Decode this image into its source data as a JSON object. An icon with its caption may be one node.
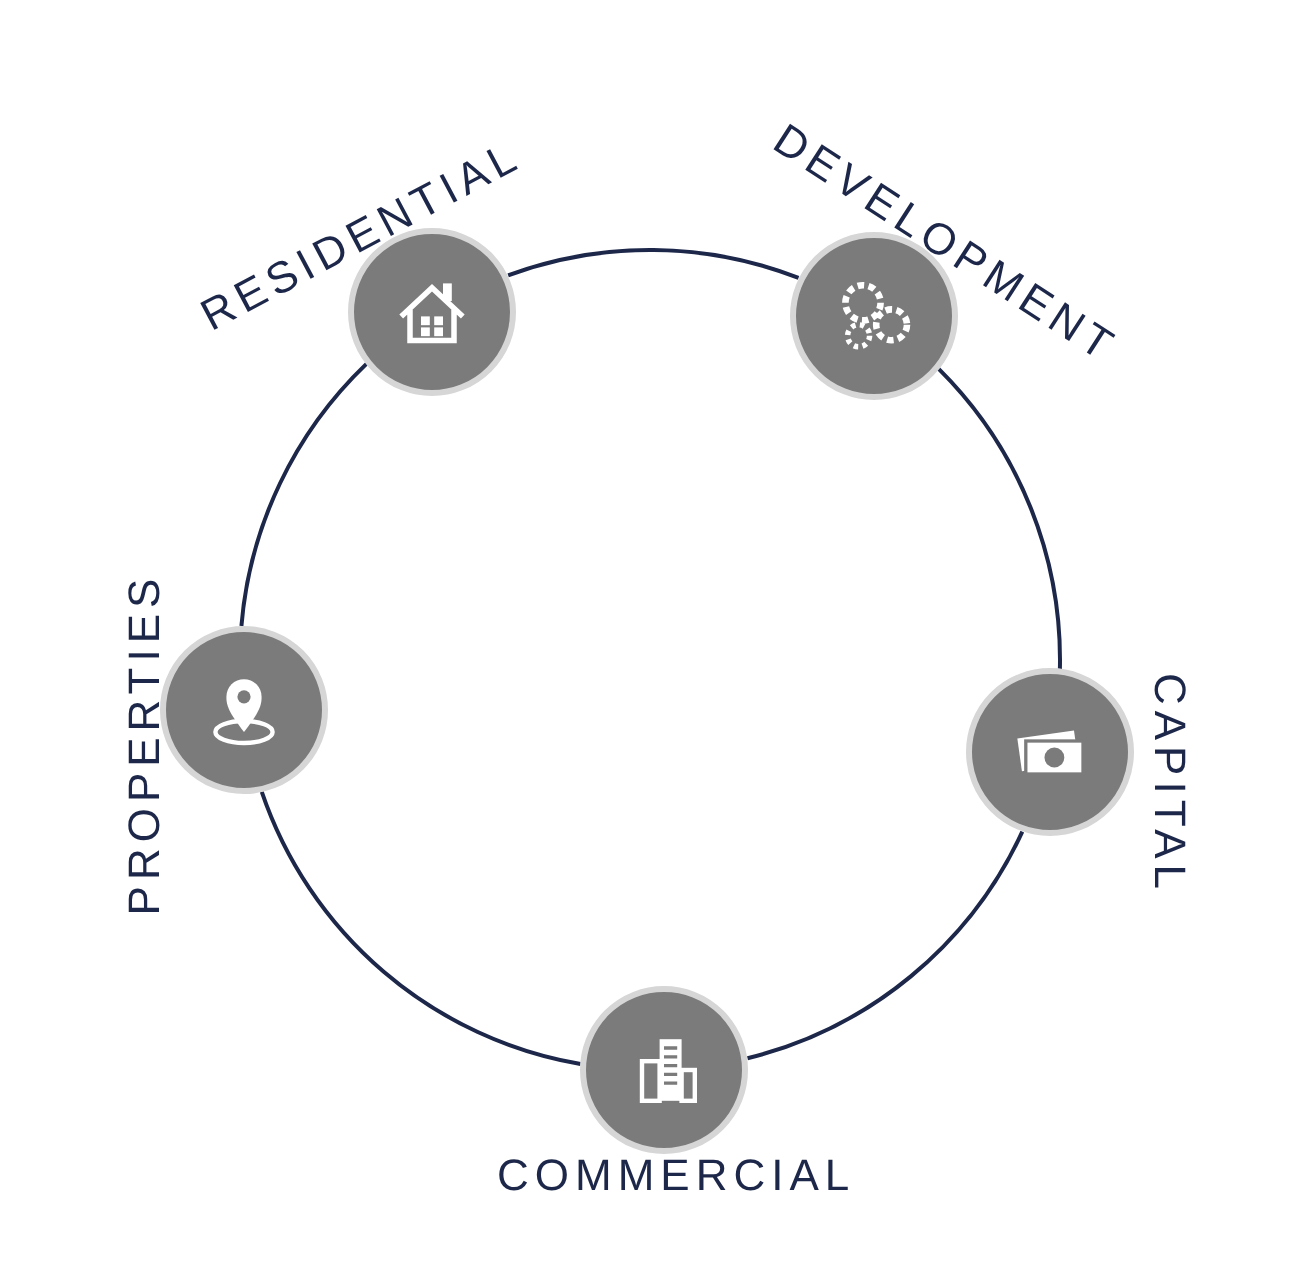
{
  "diagram": {
    "nodes": [
      {
        "text": [
          "RESIDENTIAL"
        ]
      },
      {
        "text": [
          "DEVELOPMENT"
        ]
      },
      {
        "text": [
          "PROPERTIES"
        ]
      },
      {
        "text": [
          "CAPITAL"
        ]
      },
      {
        "text": [
          "COMMERCIAL"
        ]
      }
    ],
    "edges": [
      {
        "from": 0,
        "to": 1,
        "arrow": "none"
      },
      {
        "from": 1,
        "to": 3,
        "arrow": "none"
      },
      {
        "from": 3,
        "to": 4,
        "arrow": "none"
      },
      {
        "from": 4,
        "to": 2,
        "arrow": "none"
      },
      {
        "from": 2,
        "to": 0,
        "arrow": "none"
      }
    ]
  }
}
